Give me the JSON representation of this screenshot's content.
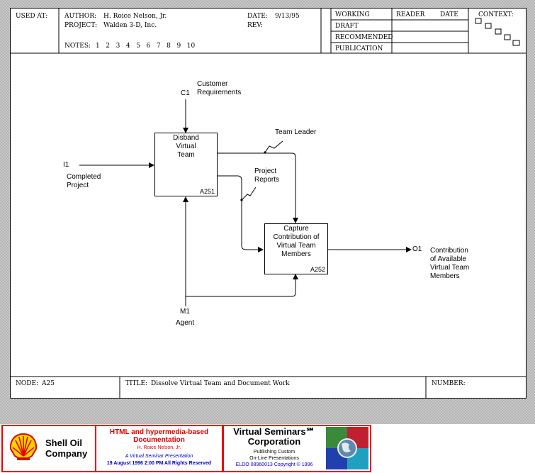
{
  "header": {
    "used_at": "USED AT:",
    "author_label": "AUTHOR:",
    "author": "H. Roice Nelson, Jr.",
    "project_label": "PROJECT:",
    "project": "Walden 3-D, Inc.",
    "notes_label": "NOTES:",
    "notes": "1   2   3   4   5   6   7   8   9   10",
    "date_label": "DATE:",
    "date": "9/13/95",
    "rev_label": "REV:",
    "status": [
      "WORKING",
      "DRAFT",
      "RECOMMENDED",
      "PUBLICATION"
    ],
    "reader_label": "READER",
    "reader_date_label": "DATE",
    "context_label": "CONTEXT:"
  },
  "diagram": {
    "boxes": [
      {
        "title": "Disband\nVirtual\nTeam",
        "node": "A251"
      },
      {
        "title": "Capture\nContribution of\nVirtual Team\nMembers",
        "node": "A252"
      }
    ],
    "control": {
      "code": "C1",
      "label": "Customer\nRequirements"
    },
    "input": {
      "code": "I1",
      "label": "Completed\nProject"
    },
    "mechanism": {
      "code": "M1",
      "label": "Agent"
    },
    "output": {
      "code": "O1",
      "label": "Contribution\nof Available\nVirtual Team\nMembers"
    },
    "arrows": {
      "team_leader": "Team Leader",
      "project_reports": "Project\nReports"
    }
  },
  "footer_frame": {
    "node_label": "NODE:",
    "node": "A25",
    "title_label": "TITLE:",
    "title": "Dissolve Virtual Team and Document Work",
    "number_label": "NUMBER:"
  },
  "banner": {
    "shell_line1": "Shell Oil",
    "shell_line2": "Company",
    "doc_title1": "HTML and hypermedia-based",
    "doc_title2": "Documentation",
    "doc_author": "H. Roice Nelson, Jr.",
    "doc_pres": "A Virtual Seminar Presentation",
    "doc_date": "19 August 1996  2:00 PM   All Rights Reserved",
    "vs_title1": "Virtual Seminars℠",
    "vs_title2": "Corporation",
    "vs_line1": "Publishing Custom",
    "vs_line2": "On-Line Presentations",
    "vs_copyright": "ELDO 08960013 Copyright © 1996"
  },
  "colors": {
    "shell_red": "#e00000",
    "shell_yellow": "#ffd400",
    "banner_red": "#e00000",
    "banner_blue": "#0000c0"
  }
}
